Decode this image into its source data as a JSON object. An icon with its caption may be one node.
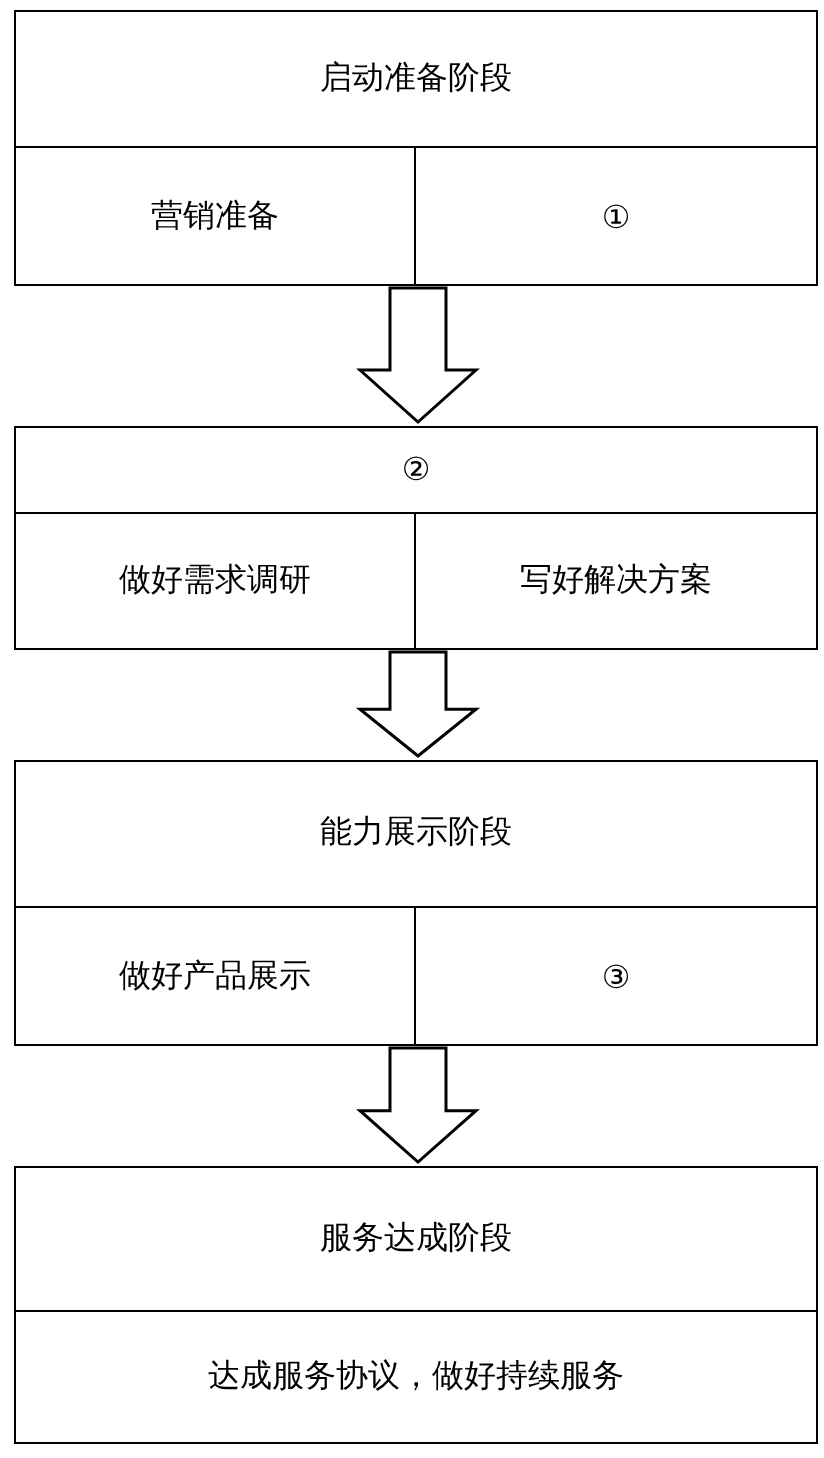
{
  "diagram": {
    "nodes": [
      {
        "text": [
          "启动准备阶段"
        ]
      },
      {
        "text": [
          "营销准备"
        ],
        "in": 0
      },
      {
        "text": [
          "①"
        ],
        "in": 0
      },
      {
        "text": [
          "②"
        ]
      },
      {
        "text": [
          "做好需求调研"
        ],
        "in": 3
      },
      {
        "text": [
          "写好解决方案"
        ],
        "in": 3
      },
      {
        "text": [
          "能力展示阶段"
        ]
      },
      {
        "text": [
          "做好产品展示"
        ],
        "in": 6
      },
      {
        "text": [
          "③"
        ],
        "in": 6
      },
      {
        "text": [
          "服务达成阶段"
        ]
      },
      {
        "text": [
          "达成服务协议，做好持续服务"
        ],
        "in": 9
      }
    ],
    "edges": [
      {
        "from": 0,
        "to": 3,
        "arrow": "to"
      },
      {
        "from": 3,
        "to": 6,
        "arrow": "to"
      },
      {
        "from": 6,
        "to": 9,
        "arrow": "to"
      }
    ]
  }
}
